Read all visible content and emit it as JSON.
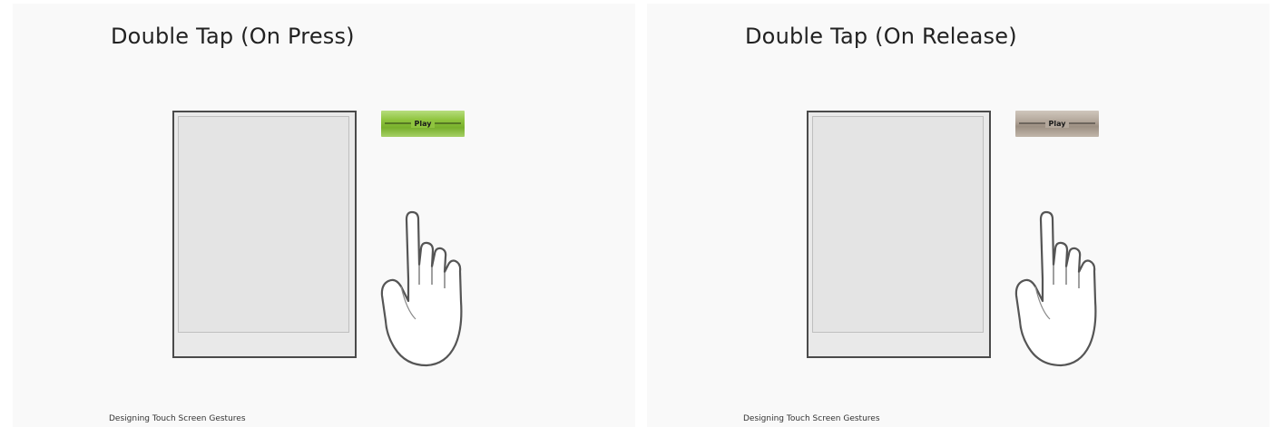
{
  "slides": [
    {
      "title": "Double Tap (On Press)",
      "button_label": "Play",
      "button_state": "pressed",
      "button_color": "#8fc43f",
      "footer": "Designing Touch Screen Gestures",
      "hand_icon": "pointing-hand-icon"
    },
    {
      "title": "Double Tap (On Release)",
      "button_label": "Play",
      "button_state": "released",
      "button_color": "#b3a79b",
      "footer": "Designing Touch Screen Gestures",
      "hand_icon": "pointing-hand-icon"
    }
  ]
}
